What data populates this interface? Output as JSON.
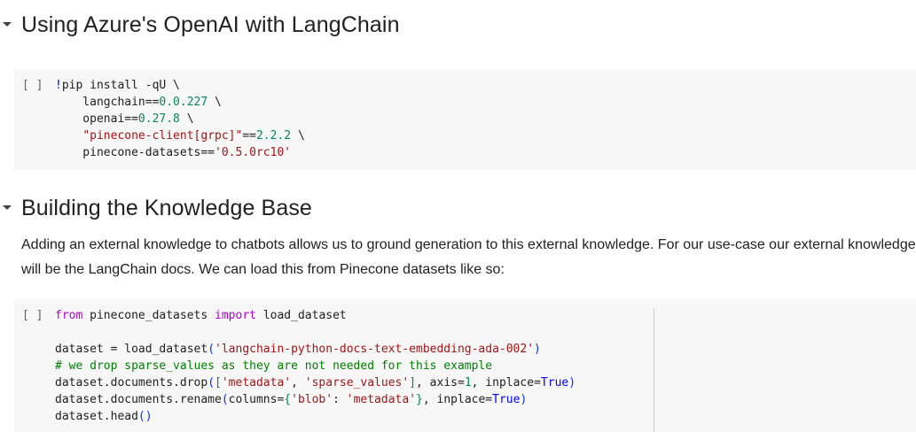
{
  "sections": [
    {
      "title": "Using Azure's OpenAI with LangChain",
      "caret_icon": "caret-down-icon"
    },
    {
      "title": "Building the Knowledge Base",
      "caret_icon": "caret-down-icon",
      "paragraph_line1": "Adding an external knowledge to chatbots allows us to ground generation to this external knowledge. For our use-case our external knowledge",
      "paragraph_line2": "will be the LangChain docs. We can load this from Pinecone datasets like so:"
    }
  ],
  "cells": [
    {
      "run_label": "[ ]",
      "lines": [
        "!pip install -qU \\",
        "    langchain==0.0.227 \\",
        "    openai==0.27.8 \\",
        "    \"pinecone-client[grpc]\"==2.2.2 \\",
        "    pinecone-datasets=='0.5.0rc10'"
      ]
    },
    {
      "run_label": "[ ]",
      "lines": [
        "from pinecone_datasets import load_dataset",
        "",
        "dataset = load_dataset('langchain-python-docs-text-embedding-ada-002')",
        "# we drop sparse_values as they are not needed for this example",
        "dataset.documents.drop(['metadata', 'sparse_values'], axis=1, inplace=True)",
        "dataset.documents.rename(columns={'blob': 'metadata'}, inplace=True)",
        "dataset.head()"
      ]
    }
  ],
  "tokens": {
    "c0": {
      "l0_bang": "!",
      "l0_rest": "pip install -qU \\",
      "l1_a": "    langchain==",
      "l1_num": "0.0.227",
      "l1_b": " \\",
      "l2_a": "    openai==",
      "l2_num": "0.27.8",
      "l2_b": " \\",
      "l3_indent": "    ",
      "l3_str": "\"pinecone-client[grpc]\"",
      "l3_eq": "==",
      "l3_num": "2.2.2",
      "l3_b": " \\",
      "l4_a": "    pinecone-datasets==",
      "l4_str": "'0.5.0rc10'"
    },
    "c1": {
      "l0_from": "from",
      "l0_mod": " pinecone_datasets ",
      "l0_import": "import",
      "l0_name": " load_dataset",
      "l2_a": "dataset = load_dataset",
      "l2_p1": "(",
      "l2_str": "'langchain-python-docs-text-embedding-ada-002'",
      "l2_p2": ")",
      "l3_cmt": "# we drop sparse_values as they are not needed for this example",
      "l4_a": "dataset.documents.drop",
      "l4_p1": "(",
      "l4_b1": "[",
      "l4_s1": "'metadata'",
      "l4_c": ", ",
      "l4_s2": "'sparse_values'",
      "l4_b2": "]",
      "l4_d": ", axis=",
      "l4_n": "1",
      "l4_e": ", inplace=",
      "l4_t": "True",
      "l4_p2": ")",
      "l5_a": "dataset.documents.rename",
      "l5_p1": "(",
      "l5_b": "columns=",
      "l5_br1": "{",
      "l5_s1": "'blob'",
      "l5_col": ": ",
      "l5_s2": "'metadata'",
      "l5_br2": "}",
      "l5_e": ", inplace=",
      "l5_t": "True",
      "l5_p2": ")",
      "l6_a": "dataset.head",
      "l6_p": "()"
    }
  },
  "colors": {
    "cell_bg": "#f7f7f7",
    "keyword": "#af00db",
    "string": "#a31515",
    "number": "#098658",
    "comment": "#008000",
    "builtin": "#0000ff"
  }
}
